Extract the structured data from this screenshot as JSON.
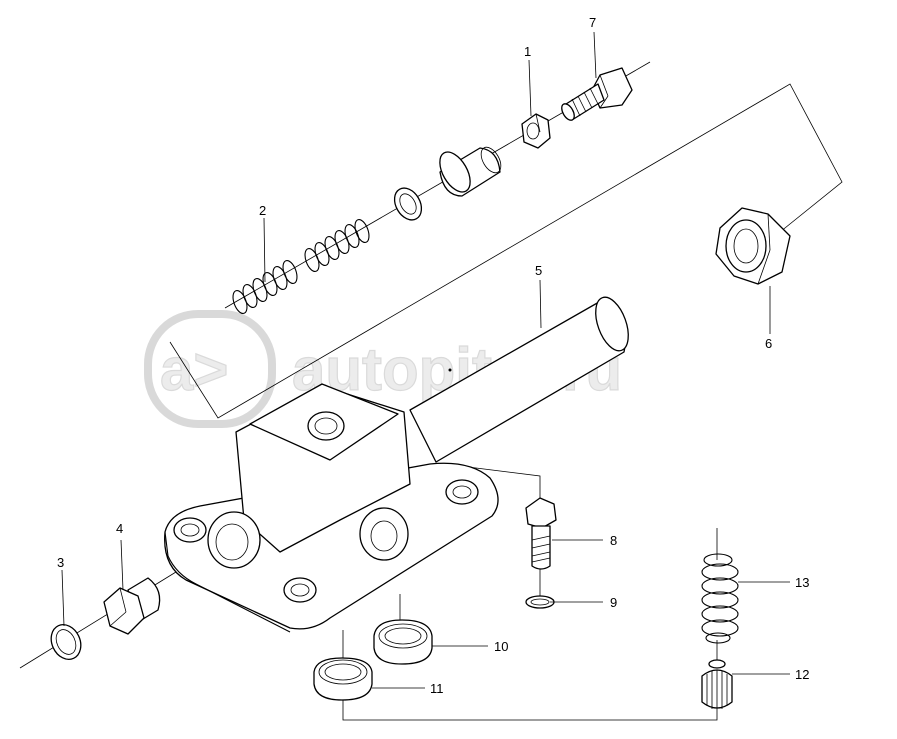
{
  "watermark": {
    "mark": "a>",
    "text": "autopiter.ru"
  },
  "callouts": [
    {
      "id": "1",
      "label": "1"
    },
    {
      "id": "2",
      "label": "2"
    },
    {
      "id": "3",
      "label": "3"
    },
    {
      "id": "4",
      "label": "4"
    },
    {
      "id": "5",
      "label": "5"
    },
    {
      "id": "6",
      "label": "6"
    },
    {
      "id": "7",
      "label": "7"
    },
    {
      "id": "8",
      "label": "8"
    },
    {
      "id": "9",
      "label": "9"
    },
    {
      "id": "10",
      "label": "10"
    },
    {
      "id": "11",
      "label": "11"
    },
    {
      "id": "12",
      "label": "12"
    },
    {
      "id": "13",
      "label": "13"
    }
  ]
}
